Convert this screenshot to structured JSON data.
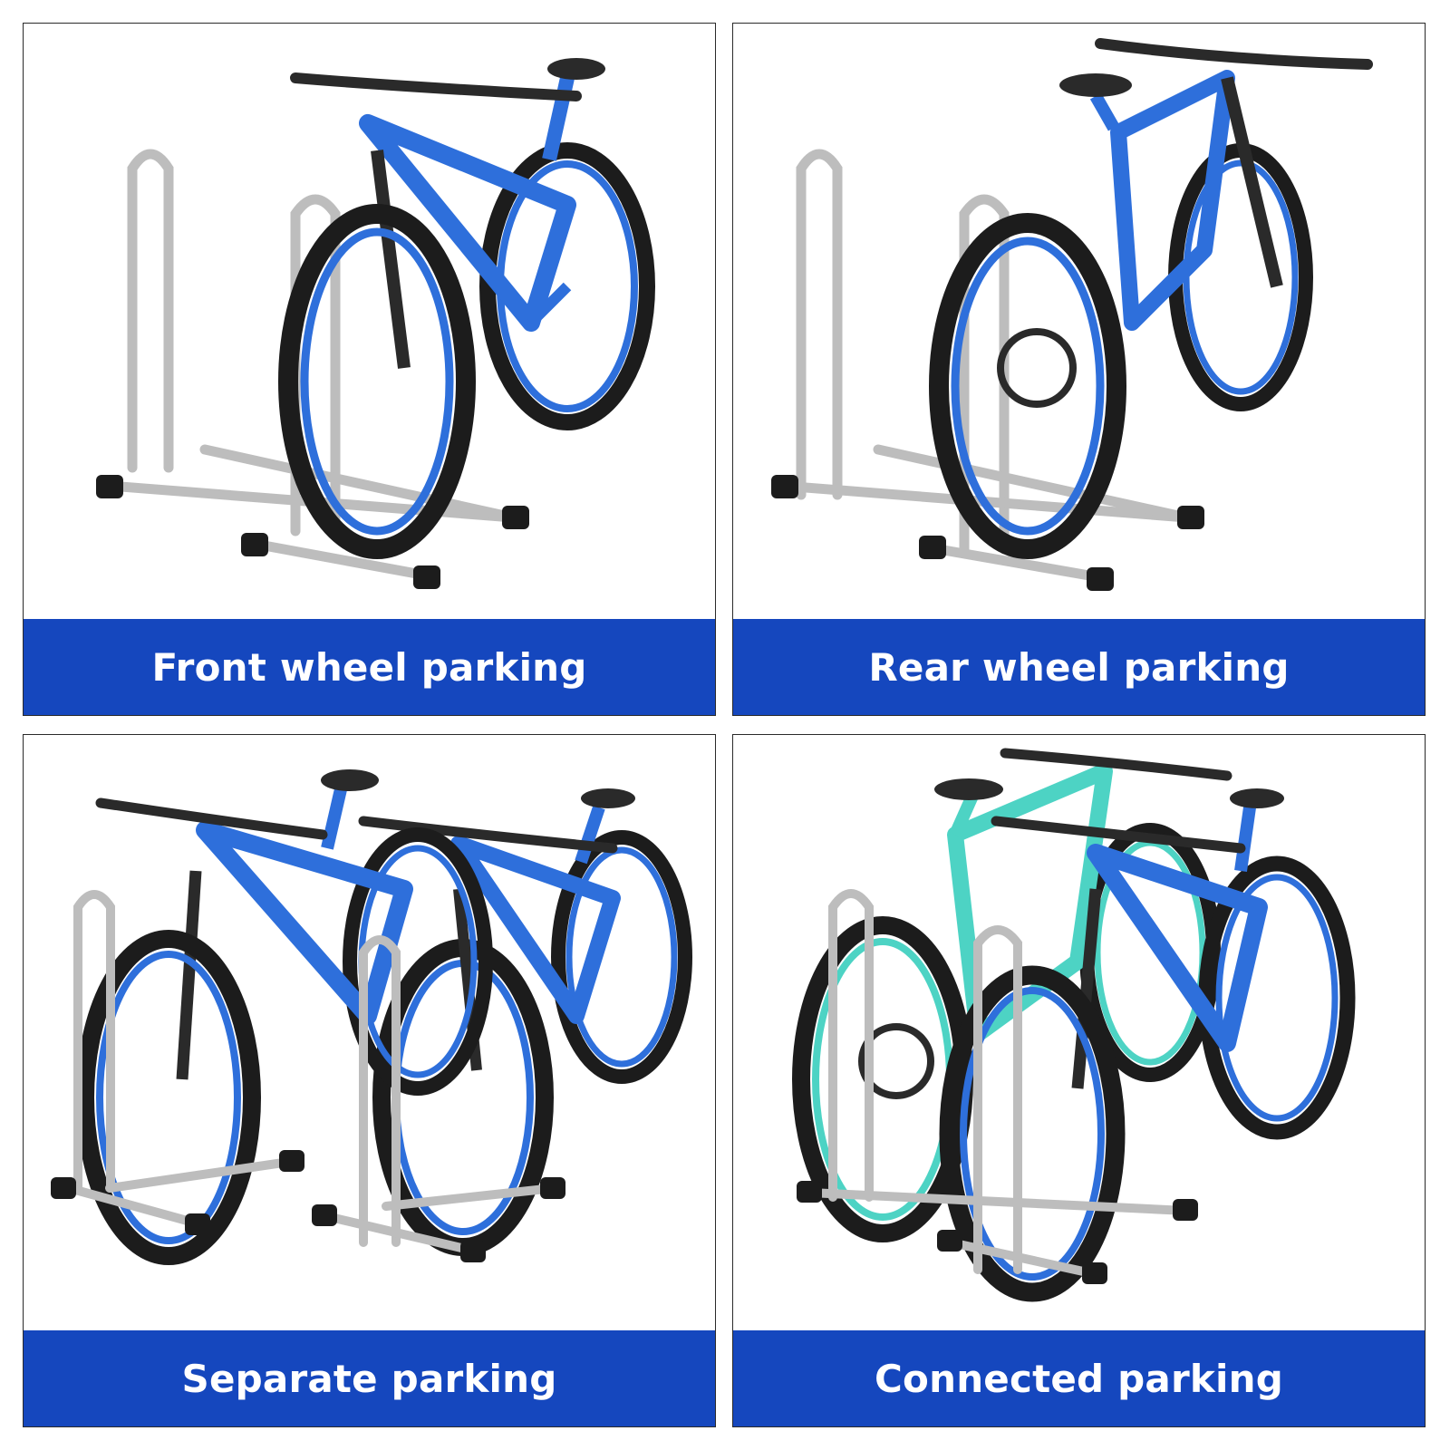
{
  "colors": {
    "caption_bg": "#1547BE",
    "bike_blue": "#2E6FDB",
    "bike_teal": "#4DD3C4",
    "rack_gray": "#BDBDBD",
    "tire": "#1C1C1C"
  },
  "panels": [
    {
      "caption": "Front wheel parking",
      "scene": "front-wheel"
    },
    {
      "caption": "Rear wheel parking",
      "scene": "rear-wheel"
    },
    {
      "caption": "Separate parking",
      "scene": "separate"
    },
    {
      "caption": "Connected parking",
      "scene": "connected"
    }
  ]
}
